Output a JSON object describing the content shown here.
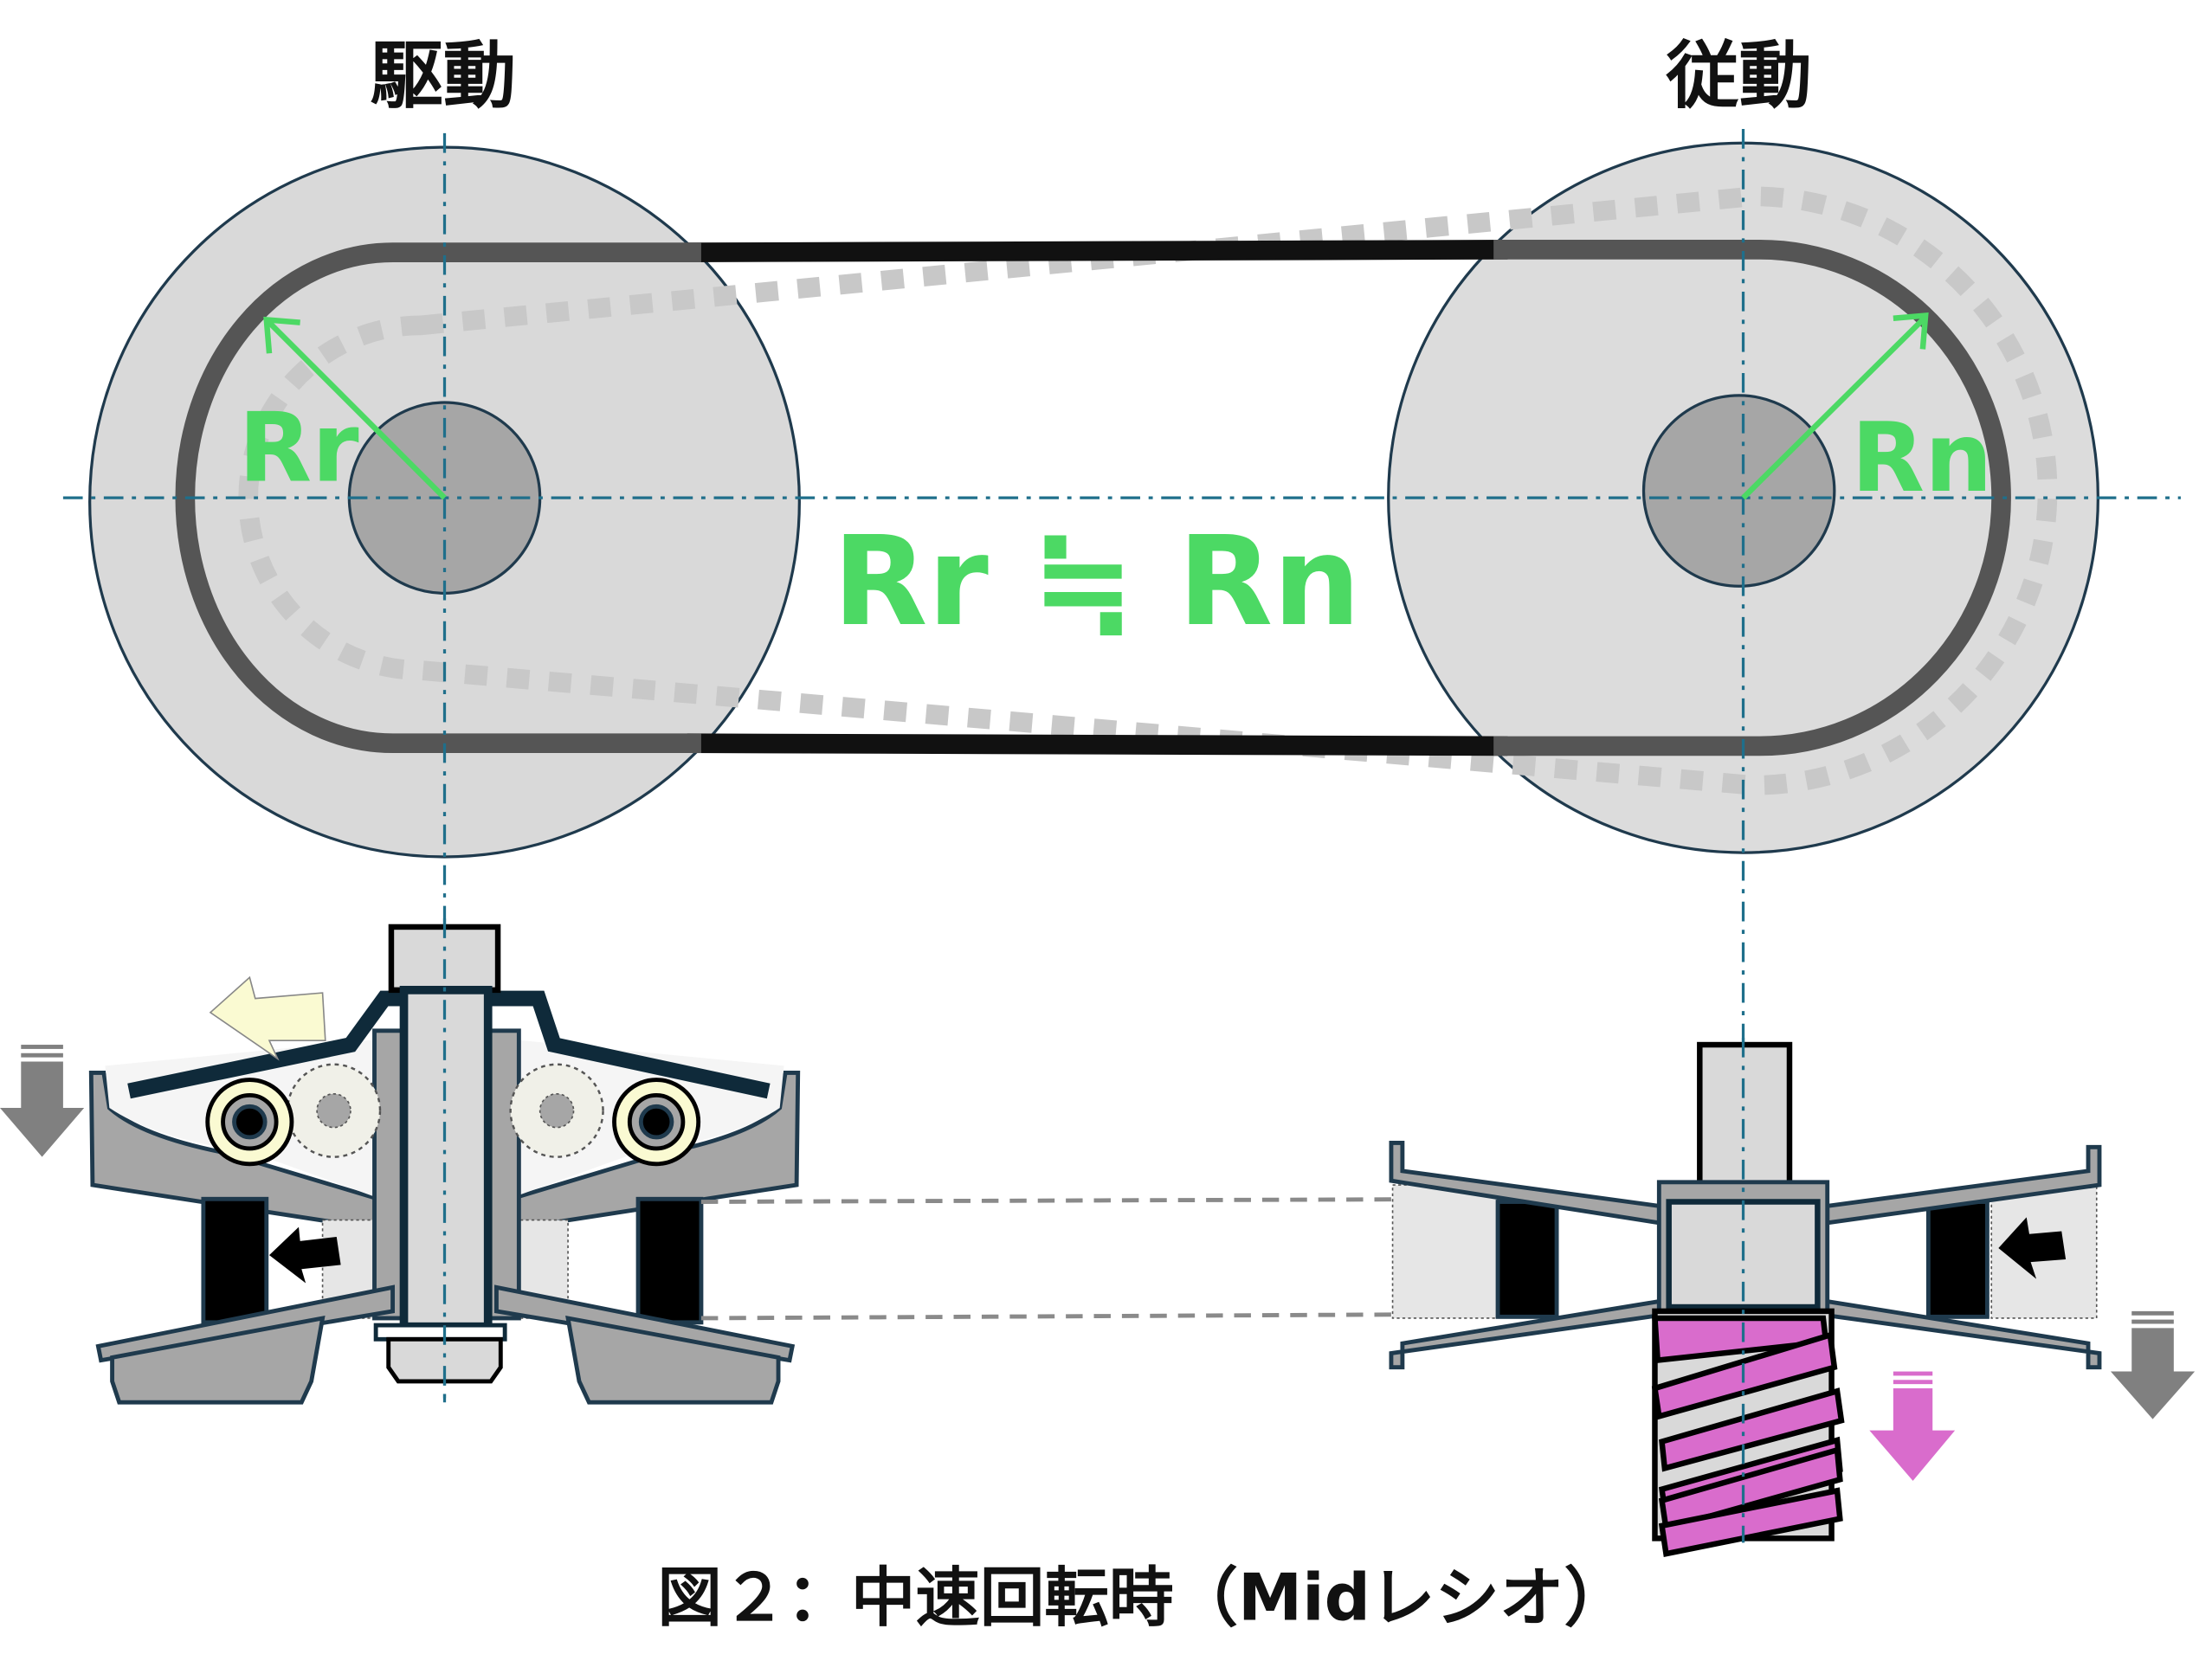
{
  "labels": {
    "drive": "駆動",
    "driven": "従動",
    "rr": "Rr",
    "rn": "Rn",
    "equation": "Rr ≒ Rn",
    "caption": "図２：中速回転時（Midレシオ）"
  },
  "colors": {
    "radius_green": "#4cd964",
    "pulley_fill": "#d9d9d9",
    "hub_fill": "#a6a6a6",
    "outline": "#1f3a4d",
    "centerline": "#1f6f8b",
    "spring": "#d96ccc",
    "roller_yellow": "#fafad2",
    "arrow_gray": "#808080"
  },
  "icons": [
    "down-arrow-gray",
    "left-arrow-yellow",
    "left-arrow-black",
    "down-arrow-magenta"
  ]
}
